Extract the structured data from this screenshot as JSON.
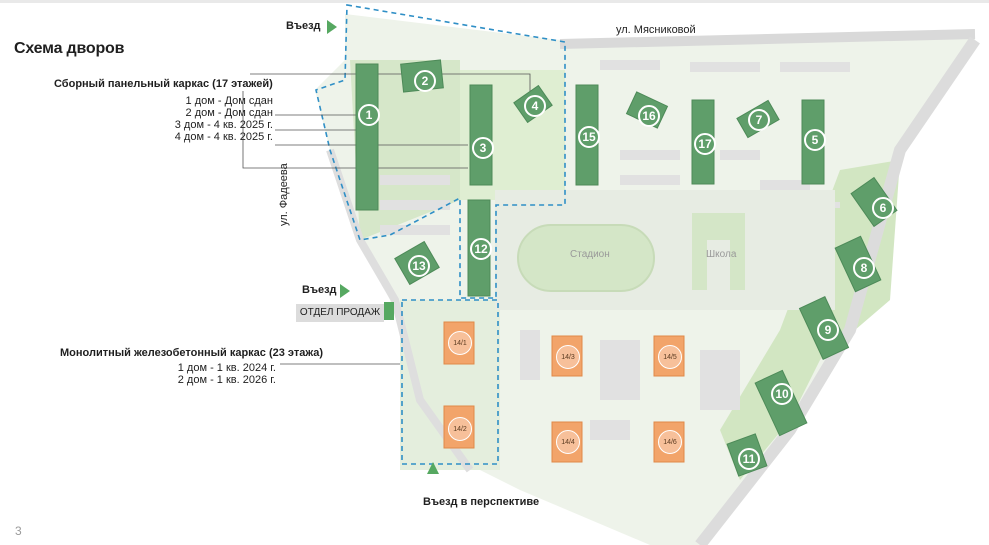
{
  "title": "Схема дворов",
  "legend_panel": {
    "heading": "Сборный панельный каркас (17 этажей)",
    "lines": [
      "1 дом - Дом сдан",
      "2 дом - Дом сдан",
      "3 дом - 4 кв. 2025 г.",
      "4 дом - 4 кв. 2025 г."
    ]
  },
  "legend_monolith": {
    "heading": "Монолитный железобетонный каркас (23 этажа)",
    "lines": [
      "1 дом - 1 кв. 2024 г.",
      "2 дом - 1 кв. 2026 г."
    ]
  },
  "streets": {
    "top": "ул. Мясниковой",
    "left": "ул. Фадеева"
  },
  "entries": {
    "top": "Въезд",
    "middle": "Въезд",
    "bottom": "Въезд в перспективе"
  },
  "sales_office": "ОТДЕЛ ПРОДАЖ",
  "areas": {
    "stadium": "Стадион",
    "school": "Школа"
  },
  "page_number": "3",
  "colors": {
    "building_green": "#5f9e6a",
    "building_orange": "#f2a46a",
    "yard_light": "#dcebcf",
    "road_gray": "#e6e6e6",
    "dashed_outline": "#2f8fc6",
    "arrow_green": "#56a861"
  },
  "map_labels": {
    "b1": "1",
    "b2": "2",
    "b3": "3",
    "b4": "4",
    "b5": "5",
    "b6": "6",
    "b7": "7",
    "b8": "8",
    "b9": "9",
    "b10": "10",
    "b11": "11",
    "b12": "12",
    "b13": "13",
    "b15": "15",
    "b16": "16",
    "b17": "17",
    "m1": "14/1",
    "m2": "14/2",
    "m3": "14/3",
    "m4": "14/4",
    "m5": "14/5",
    "m6": "14/6"
  }
}
